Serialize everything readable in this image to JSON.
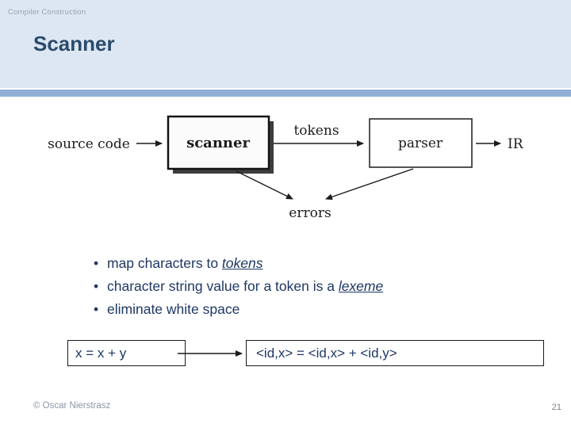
{
  "header": {
    "course": "Compiler Construction",
    "title": "Scanner"
  },
  "diagram": {
    "source": "source code",
    "scanner": "scanner",
    "tokens": "tokens",
    "parser": "parser",
    "ir": "IR",
    "errors": "errors"
  },
  "bullet_char": "•",
  "bullets": [
    {
      "pre": "map characters to ",
      "em": "tokens",
      "post": ""
    },
    {
      "pre": "character string value for a token is a ",
      "em": "lexeme",
      "post": ""
    },
    {
      "pre": "eliminate white space",
      "em": "",
      "post": ""
    }
  ],
  "example": {
    "left": "x = x + y",
    "right": "<id,x> = <id,x> + <id,y>"
  },
  "footer": {
    "copyright": "© Oscar Nierstrasz",
    "page": "21"
  },
  "colors": {
    "header_bg": "#dce7f3",
    "accent_bar": "#8fafd4",
    "title_text": "#2c4a6b",
    "body_text": "#1f3864",
    "diagram_ink": "#1c1c1c"
  }
}
